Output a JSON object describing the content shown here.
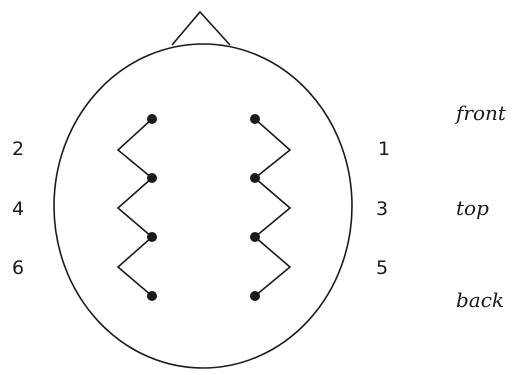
{
  "diagram": {
    "left_numbers": [
      "2",
      "4",
      "6"
    ],
    "right_numbers": [
      "1",
      "3",
      "5"
    ],
    "orientation_labels": [
      "front",
      "top",
      "back"
    ],
    "line_color": "#1a1a1a"
  }
}
